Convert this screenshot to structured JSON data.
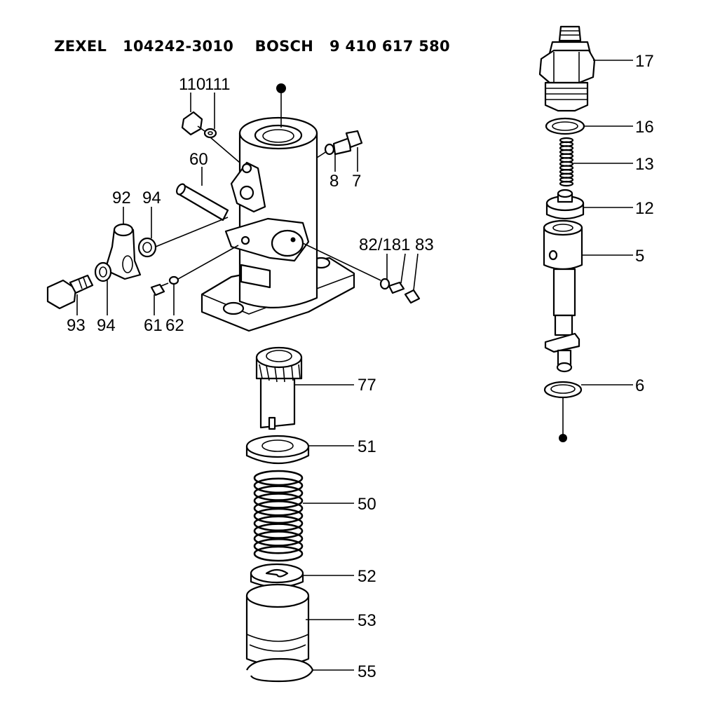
{
  "header": {
    "brand1": "ZEXEL",
    "part1": "104242-3010",
    "brand2": "BOSCH",
    "part2": "9 410 617 580"
  },
  "labels": {
    "p110": "110",
    "p111": "111",
    "p60": "60",
    "p92": "92",
    "p94a": "94",
    "p8": "8",
    "p7": "7",
    "p93": "93",
    "p94b": "94",
    "p61": "61",
    "p62": "62",
    "p82_181": "82/181",
    "p83": "83",
    "p77": "77",
    "p51": "51",
    "p50": "50",
    "p52": "52",
    "p53": "53",
    "p55": "55",
    "p17": "17",
    "p16": "16",
    "p13": "13",
    "p12": "12",
    "p5": "5",
    "p6": "6"
  }
}
